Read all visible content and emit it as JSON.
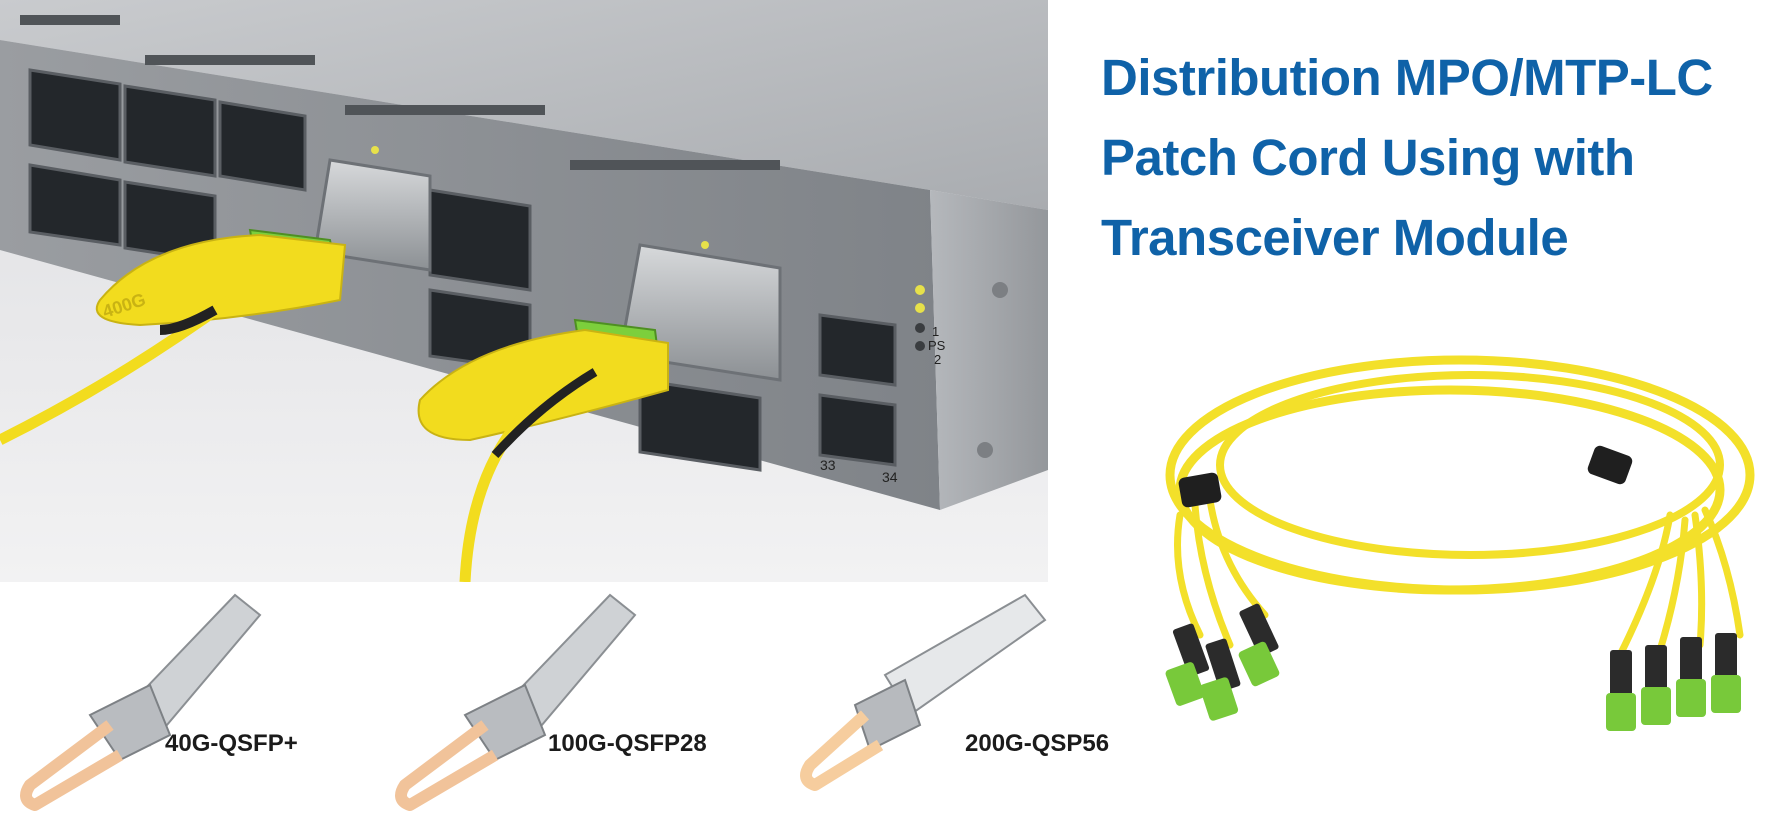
{
  "title": {
    "lines": [
      "Distribution MPO/MTP-LC",
      "Patch Cord Using with",
      "Transceiver Module"
    ],
    "color": "#0f62a8"
  },
  "switch_photo": {
    "port_numbers": [
      "33",
      "34"
    ],
    "panel_label": "PS",
    "led_labels": [
      "1",
      "2"
    ],
    "pull_tab_text": "400G",
    "chassis_color": "#8d9398",
    "cable_color": "#f2dc1e",
    "connector_color": "#7ccf3c"
  },
  "modules": [
    {
      "label": "40G-QSFP+",
      "pull_tab_color": "#f1c39a"
    },
    {
      "label": "100G-QSFP28",
      "pull_tab_color": "#f1c39a"
    },
    {
      "label": "200G-QSP56",
      "pull_tab_color": "#f6cd9e"
    }
  ],
  "cable_photo": {
    "cable_color": "#f3e02a",
    "connector_color": "#78c93a",
    "boot_color": "#2b2b2b"
  }
}
